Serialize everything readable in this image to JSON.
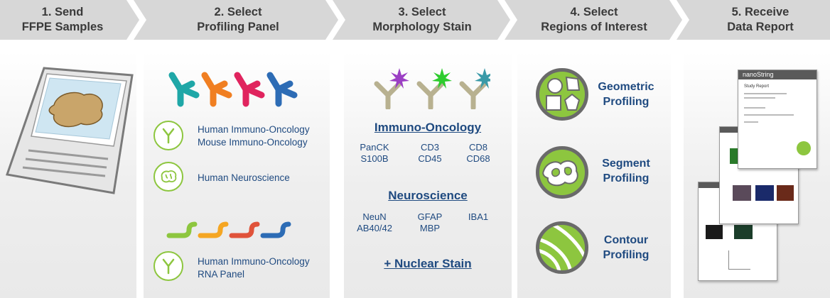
{
  "steps": [
    {
      "line1": "1. Send",
      "line2": "FFPE Samples"
    },
    {
      "line1": "2. Select",
      "line2": "Profiling Panel"
    },
    {
      "line1": "3. Select",
      "line2": "Morphology Stain"
    },
    {
      "line1": "4. Select",
      "line2": "Regions of Interest"
    },
    {
      "line1": "5. Receive",
      "line2": "Data Report"
    }
  ],
  "panels": {
    "immuno": {
      "line1": "Human Immuno-Oncology",
      "line2": "Mouse Immuno-Oncology"
    },
    "neuro": {
      "line1": "Human Neuroscience"
    },
    "rna": {
      "line1": "Human Immuno-Oncology",
      "line2": "RNA Panel"
    }
  },
  "stain": {
    "immuno_title": "Immuno-Oncology",
    "immuno_markers": [
      "PanCK",
      "CD3",
      "CD8",
      "S100B",
      "CD45",
      "CD68"
    ],
    "neuro_title": "Neuroscience",
    "neuro_markers": [
      "NeuN",
      "GFAP",
      "IBA1",
      "AB40/42",
      "MBP"
    ],
    "nuclear": "+ Nuclear Stain"
  },
  "roi": [
    {
      "line1": "Geometric",
      "line2": "Profiling"
    },
    {
      "line1": "Segment",
      "line2": "Profiling"
    },
    {
      "line1": "Contour",
      "line2": "Profiling"
    }
  ],
  "report": {
    "brand": "nanoString",
    "title": "Study Report"
  },
  "colors": {
    "antibody_teal": "#1fa7a7",
    "antibody_orange": "#f07f22",
    "antibody_magenta": "#e0245e",
    "antibody_blue": "#2d6cb5",
    "rna_orange": "#f5a623",
    "rna_red": "#e0533a",
    "rna_blue": "#2d6cb5",
    "accent_green": "#8dc63f",
    "text_blue": "#1f4a80"
  }
}
